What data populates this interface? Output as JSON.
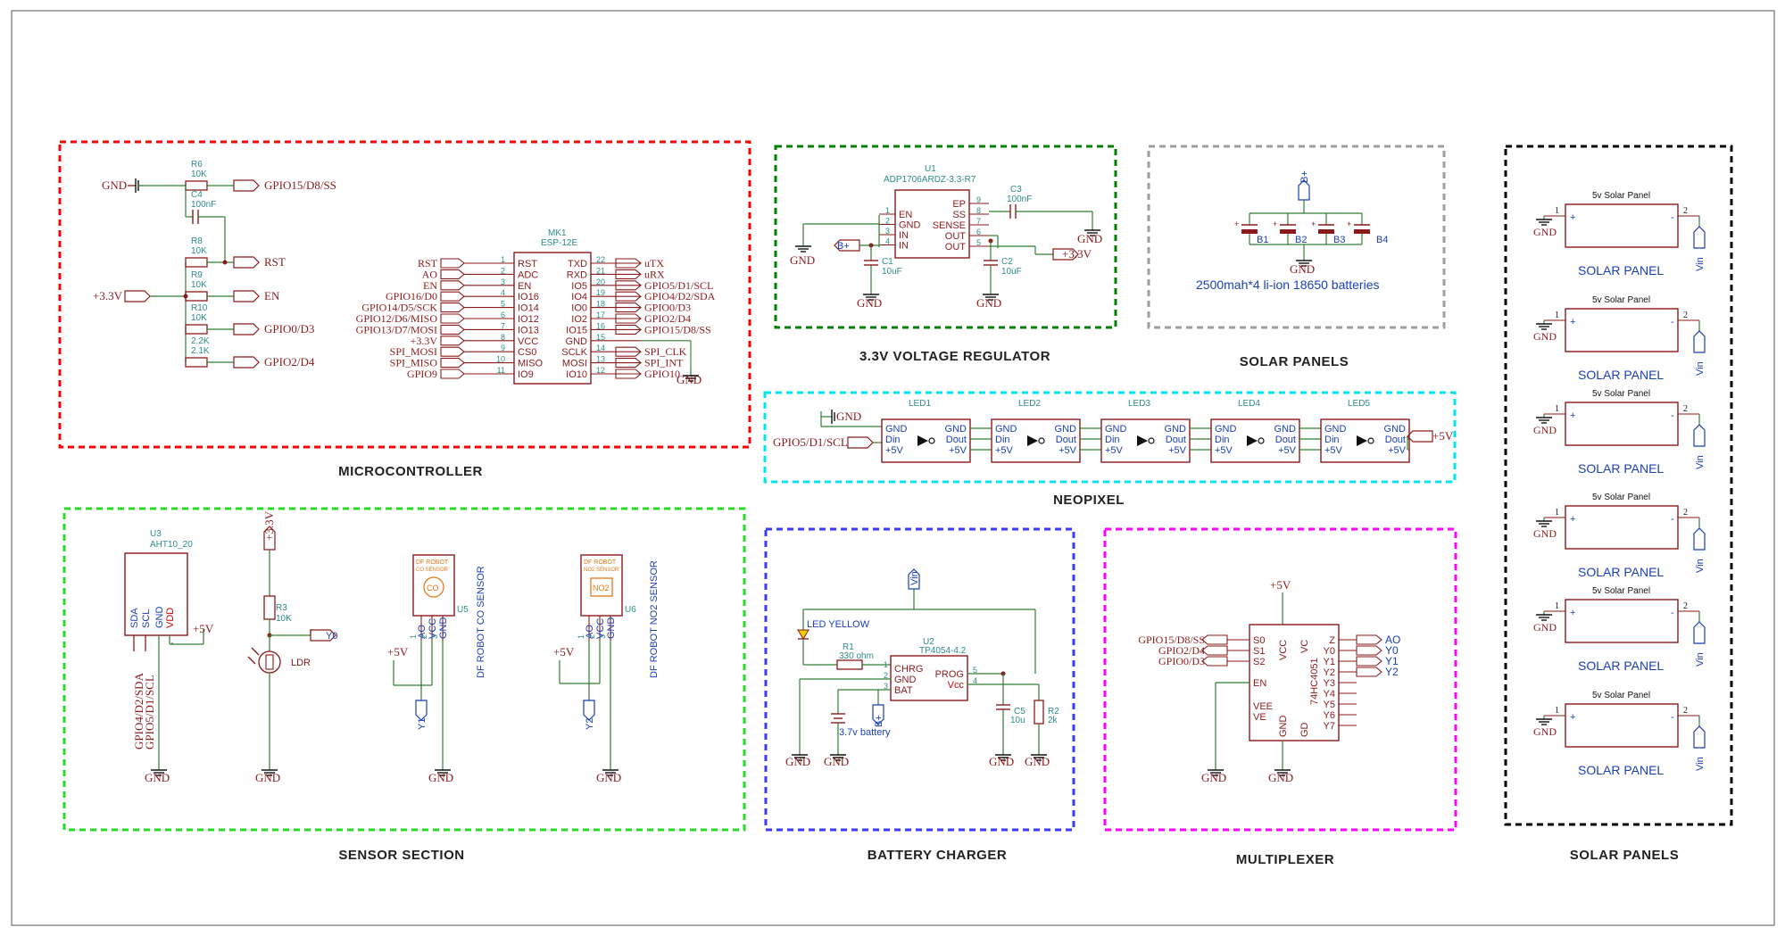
{
  "colors": {
    "microcontroller": "#ff0000",
    "regulator": "#008000",
    "solar_top": "#9e9e9e",
    "solar_right": "#000000",
    "neopixel": "#00e5ee",
    "sensor": "#22dd22",
    "charger": "#3a3aff",
    "multiplexer": "#ff00ff",
    "component": "#8b1a1a",
    "wire": "#2e7d32",
    "text_blue": "#1a3fb5",
    "text_teal": "#2e8b8b"
  },
  "sections": {
    "microcontroller": "MICROCONTROLLER",
    "regulator": "3.3V VOLTAGE REGULATOR",
    "solar_top": "SOLAR PANELS",
    "neopixel": "NEOPIXEL",
    "sensor": "SENSOR SECTION",
    "charger": "BATTERY CHARGER",
    "multiplexer": "MULTIPLEXER",
    "solar_right": "SOLAR PANELS"
  },
  "micro": {
    "gnd": "GND",
    "v33": "+3.3V",
    "r6": "R6",
    "r6v": "10K",
    "c4": "C4",
    "c4v": "100nF",
    "r8": "R8",
    "r8v": "10K",
    "r9": "R9",
    "r9v": "10K",
    "r10": "R10",
    "r10v": "10K",
    "r2k2": "2.2K",
    "r2k1": "2.1K",
    "net_gpio15": "GPIO15/D8/SS",
    "net_rst": "RST",
    "net_en": "EN",
    "net_gpio0": "GPIO0/D3",
    "net_gpio2": "GPIO2/D4",
    "mk1": "MK1",
    "mk1_part": "ESP-12E",
    "left_nets": [
      "RST",
      "AO",
      "EN",
      "GPIO16/D0",
      "GPIO14/D5/SCK",
      "GPIO12/D6/MISO",
      "GPIO13/D7/MOSI",
      "+3.3V",
      "SPI_MOSI",
      "SPI_MISO",
      "GPIO9"
    ],
    "left_pins": [
      "RST",
      "ADC",
      "EN",
      "IO16",
      "IO14",
      "IO12",
      "IO13",
      "VCC",
      "CS0",
      "MISO",
      "IO9"
    ],
    "left_nums": [
      "1",
      "2",
      "3",
      "4",
      "5",
      "6",
      "7",
      "8",
      "9",
      "10",
      "11"
    ],
    "right_pins": [
      "TXD",
      "RXD",
      "IO5",
      "IO4",
      "IO0",
      "IO2",
      "IO15",
      "GND",
      "SCLK",
      "MOSI",
      "IO10"
    ],
    "right_nums": [
      "22",
      "21",
      "20",
      "19",
      "18",
      "17",
      "16",
      "15",
      "14",
      "13",
      "12"
    ],
    "right_nets": [
      "uTX",
      "uRX",
      "GPIO5/D1/SCL",
      "GPIO4/D2/SDA",
      "GPIO0/D3",
      "GPIO2/D4",
      "GPIO15/D8/SS",
      "",
      "SPI_CLK",
      "SPI_INT",
      "GPIO10"
    ],
    "gnd2": "GND"
  },
  "regulator": {
    "u1": "U1",
    "u1_part": "ADP1706ARDZ-3.3-R7",
    "left_pins": [
      "EN",
      "GND",
      "IN",
      "IN"
    ],
    "left_nums": [
      "1",
      "2",
      "3",
      "4"
    ],
    "right_pins": [
      "EP",
      "SS",
      "SENSE",
      "OUT",
      "OUT"
    ],
    "right_nums": [
      "9",
      "8",
      "7",
      "6",
      "5"
    ],
    "c3": "C3",
    "c3v": "100nF",
    "c1": "C1",
    "c1v": "10uF",
    "c2": "C2",
    "c2v": "10uF",
    "bplus": "B+",
    "out": "+3.3V",
    "gnd": "GND"
  },
  "battery": {
    "bplus": "B+",
    "labels": [
      "B1",
      "B2",
      "B3",
      "B4"
    ],
    "gnd": "GND",
    "caption": "2500mah*4 li-ion 18650 batteries"
  },
  "neopixel": {
    "gnd": "GND",
    "din_net": "GPIO5/D1/SCL",
    "v5": "+5V",
    "leds": [
      "LED1",
      "LED2",
      "LED3",
      "LED4",
      "LED5"
    ],
    "pin_gnd": "GND",
    "pin_din": "Din",
    "pin_5v": "+5V",
    "pin_dout": "Dout"
  },
  "sensor": {
    "u3": "U3",
    "u3_part": "AHT10_20",
    "u3_pins": [
      "SDA",
      "SCL",
      "GND",
      "VDD"
    ],
    "u3_nets": [
      "GPIO4/D2/SDA",
      "GPIO5/D1/SCL"
    ],
    "v5": "+5V",
    "v33": "+3.3V",
    "r3": "R3",
    "r3v": "10K",
    "y0": "Y0",
    "ldr": "LDR",
    "co_brand": "DF ROBOT",
    "co_sub": "CO SENSOR",
    "co_chip": "CO",
    "u5": "U5",
    "co_name": "DF ROBOT CO SENSOR",
    "no2_brand": "DF ROBOT",
    "no2_sub": "NO2 SENSOR",
    "no2_chip": "NO2",
    "u6": "U6",
    "no2_name": "DF ROBOT NO2 SENSOR",
    "pins": [
      "AO",
      "VCC",
      "GND"
    ],
    "pin_nums": [
      "1",
      "2",
      "3"
    ],
    "y1": "Y1",
    "y2": "Y2",
    "gnd": "GND"
  },
  "charger": {
    "vin": "Vin",
    "led": "LED YELLOW",
    "r1": "R1",
    "r1v": "330 ohm",
    "u2": "U2",
    "u2_part": "TP4054-4.2",
    "left_pins": [
      "CHRG",
      "GND",
      "BAT"
    ],
    "left_nums": [
      "1",
      "2",
      "3"
    ],
    "right_pins": [
      "PROG",
      "Vcc"
    ],
    "right_nums": [
      "5",
      "4"
    ],
    "bplus": "B+",
    "battery": "3.7v battery",
    "c5": "C5",
    "c5v": "10u",
    "r2": "R2",
    "r2v": "2k",
    "gnd": "GND"
  },
  "mux": {
    "v5": "+5V",
    "nets": [
      "GPIO15/D8/SS",
      "GPIO2/D4",
      "GPIO0/D3"
    ],
    "left_pins": [
      "S0",
      "S1",
      "S2",
      "EN",
      "VEE",
      "VE"
    ],
    "top_pins": [
      "VCC",
      "VC"
    ],
    "bottom_pins": [
      "GND",
      "GD"
    ],
    "right_pins": [
      "Z",
      "Y0",
      "Y1",
      "Y2",
      "Y3",
      "Y4",
      "Y5",
      "Y6",
      "Y7"
    ],
    "chip": "74HC4051",
    "out_nets": [
      "AO",
      "Y0",
      "Y1",
      "Y2"
    ],
    "gnd": "GND"
  },
  "solar": {
    "panel_title": "5v Solar Panel",
    "label": "SOLAR PANEL",
    "gnd": "GND",
    "vin": "Vin",
    "pin1": "1",
    "pin2": "2",
    "plus": "+",
    "minus": "-",
    "count": 6
  }
}
